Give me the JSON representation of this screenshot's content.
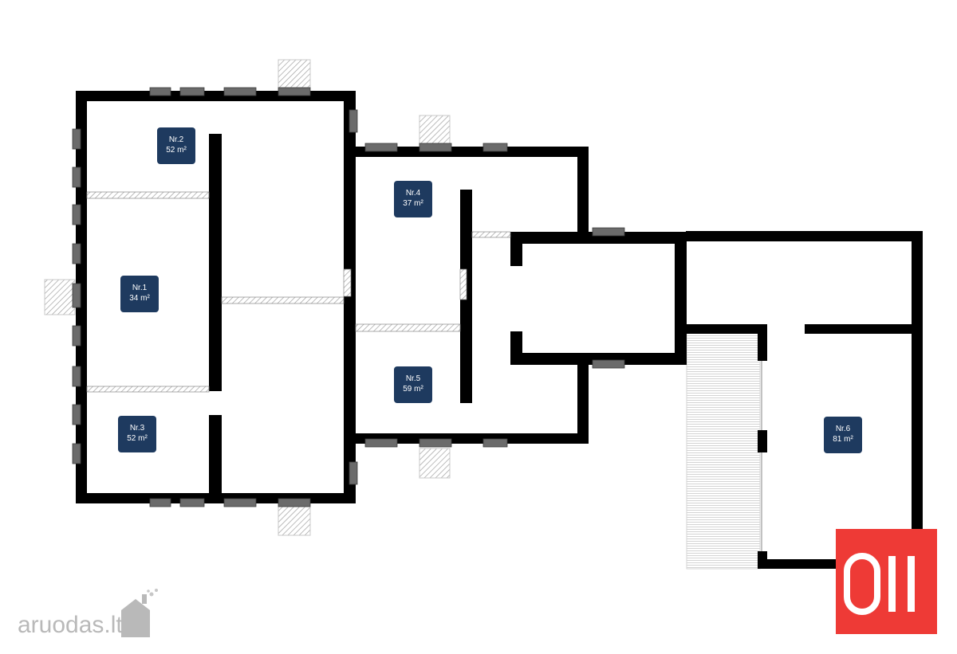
{
  "rooms": [
    {
      "id": "1",
      "label": "Nr.1",
      "area": "34 m²"
    },
    {
      "id": "2",
      "label": "Nr.2",
      "area": "52 m²"
    },
    {
      "id": "3",
      "label": "Nr.3",
      "area": "52 m²"
    },
    {
      "id": "4",
      "label": "Nr.4",
      "area": "37 m²"
    },
    {
      "id": "5",
      "label": "Nr.5",
      "area": "59 m²"
    },
    {
      "id": "6",
      "label": "Nr.6",
      "area": "81 m²"
    }
  ],
  "logo": {
    "text": "OII",
    "color": "#ee3a36"
  },
  "brand": {
    "text": "aruodas.lt",
    "icon": "house-chimney-icon"
  },
  "colors": {
    "wall": "#000000",
    "window": "#6b6b6b",
    "tag": "#1e3a5f",
    "hatch": "#9a9a9a"
  }
}
